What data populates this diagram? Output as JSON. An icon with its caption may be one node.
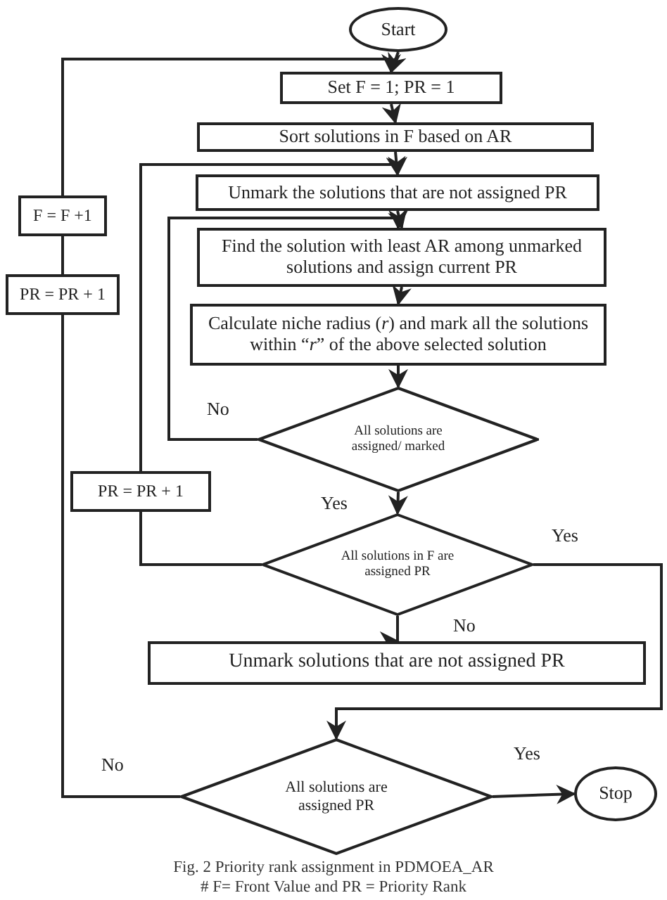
{
  "diagram": {
    "caption": "Fig. 2 Priority rank assignment in PDMOEA_AR",
    "nodes": [
      {
        "text": [
          "Start"
        ]
      },
      {
        "text": [
          "Set F = 1; PR = 1"
        ]
      },
      {
        "text": [
          "Sort solutions in F based on AR"
        ]
      },
      {
        "text": [
          "F = F +1"
        ]
      },
      {
        "text": [
          "Unmark the solutions that are not assigned PR"
        ]
      },
      {
        "text": [
          "Find the solution with least AR among unmarked solutions and assign current PR"
        ]
      },
      {
        "text": [
          "PR = PR + 1"
        ]
      },
      {
        "text": [
          "Calculate niche radius (*r*) and mark all the solutions within “*r*” of the above selected solution"
        ]
      },
      {
        "text": [
          "All solutions are assigned/ marked"
        ]
      },
      {
        "text": [
          "PR = PR + 1"
        ]
      },
      {
        "text": [
          "All solutions in F are assigned PR"
        ]
      },
      {
        "text": [
          "Unmark solutions that are not assigned PR"
        ]
      },
      {
        "text": [
          "All solutions are assigned PR"
        ]
      },
      {
        "text": [
          "Stop"
        ]
      }
    ],
    "edges": [
      {
        "from": 0,
        "to": 1,
        "arrow": "to"
      },
      {
        "from": 1,
        "to": 2,
        "arrow": "to"
      },
      {
        "from": 2,
        "to": 4,
        "arrow": "to"
      },
      {
        "from": 4,
        "to": 5,
        "arrow": "to"
      },
      {
        "from": 5,
        "to": 7,
        "arrow": "to"
      },
      {
        "from": 7,
        "to": 8,
        "arrow": "to"
      },
      {
        "from": 8,
        "to": 5,
        "arrow": "to",
        "label": "No"
      },
      {
        "from": 8,
        "to": 10,
        "arrow": "to",
        "label": "Yes"
      },
      {
        "from": 10,
        "to": 11,
        "arrow": "to",
        "label": "No"
      },
      {
        "from": 10,
        "to": 12,
        "arrow": "to",
        "label": "Yes"
      },
      {
        "from": 10,
        "to": 9,
        "arrow": "none"
      },
      {
        "from": 9,
        "to": 4,
        "arrow": "to"
      },
      {
        "from": 12,
        "to": 6,
        "arrow": "none",
        "label": "No"
      },
      {
        "from": 6,
        "to": 3,
        "arrow": "none"
      },
      {
        "from": 3,
        "to": 1,
        "arrow": "to"
      },
      {
        "from": 12,
        "to": 13,
        "arrow": "to",
        "label": "Yes"
      }
    ],
    "labels": [
      "# F= Front Value and PR = Priority Rank"
    ]
  }
}
